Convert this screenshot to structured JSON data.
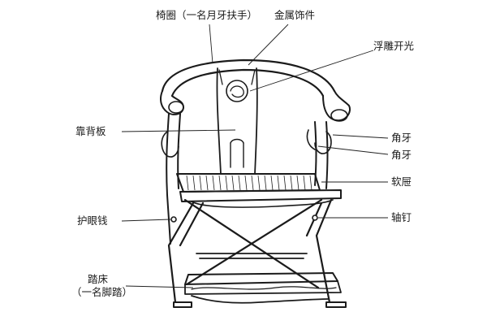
{
  "labels": {
    "yiquan": "椅圈（一名月牙扶手）",
    "jinshu": "金属饰件",
    "fudiao": "浮雕开光",
    "kaobei": "靠背板",
    "jiaoya1": "角牙",
    "jiaoya2": "角牙",
    "ruanti": "软屉",
    "huyan": "护眼钱",
    "zhouding": "轴钉",
    "tachuang": "踏床",
    "tachuang_note": "（一名脚踏）"
  }
}
